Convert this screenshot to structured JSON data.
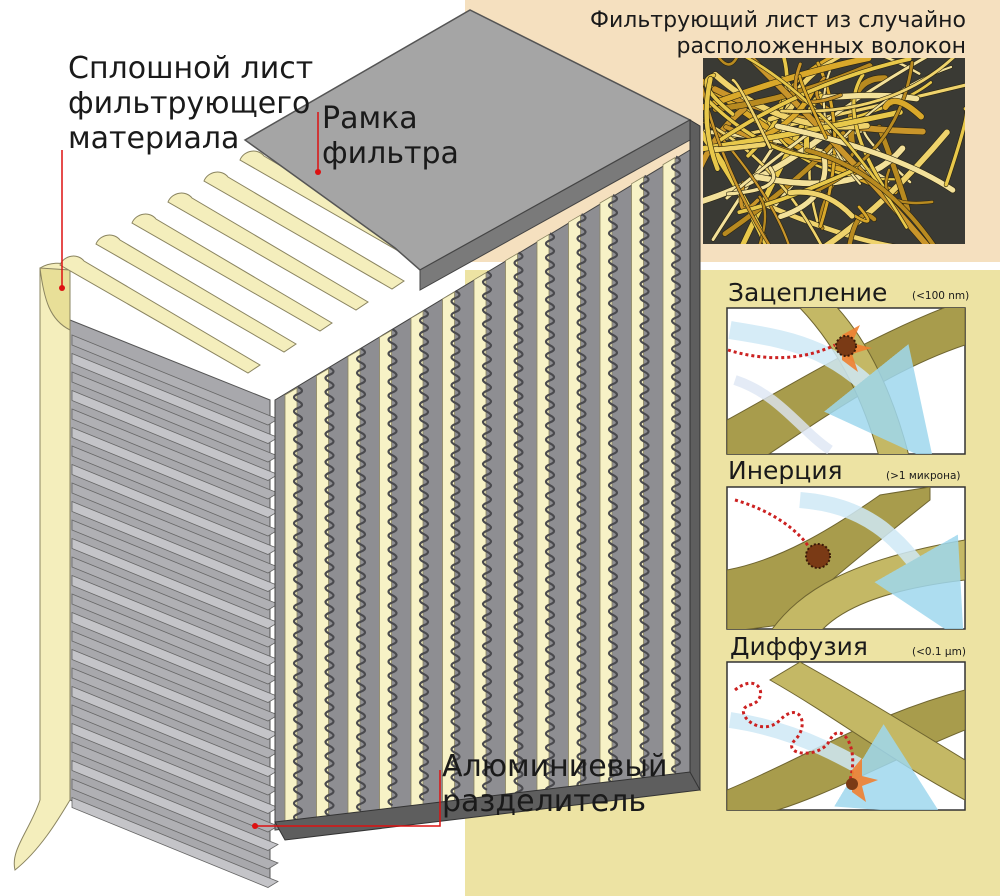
{
  "labels": {
    "sheet_line1": "Сплошной лист",
    "sheet_line2": "фильтрующего",
    "sheet_line3": "материала",
    "frame_line1": "Рамка",
    "frame_line2": "фильтра",
    "random_line1": "Фильтрующий лист из случайно",
    "random_line2": "расположенных волокон",
    "separator_line1": "Алюминиевый",
    "separator_line2": "разделитель"
  },
  "mechanisms": [
    {
      "name": "Зацепление",
      "size": "(<100 nm)"
    },
    {
      "name": "Инерция",
      "size": "(>1 микрона)"
    },
    {
      "name": "Диффузия",
      "size": "(<0.1 µm)"
    }
  ],
  "colors": {
    "panel_bg": "#f5e0bf",
    "mech_bg": "#ede3a3",
    "fiber": "#a89c4c",
    "particle": "#7a3a15",
    "path": "#cc2222",
    "frame_top": "#a5a5a5",
    "frame_side": "#5e5e5e",
    "sheet": "#f4eebc",
    "aluminum": "#b4b4b8",
    "leader": "#dd1111"
  }
}
